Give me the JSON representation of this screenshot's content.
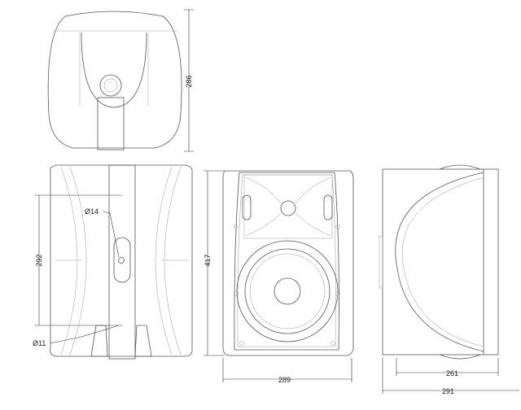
{
  "dimensions": {
    "top_height": "286",
    "mount_spacing": "292",
    "front_height": "417",
    "front_width": "289",
    "side_depth_body": "261",
    "side_depth_total": "291",
    "hole_large": "Ø14",
    "hole_small": "Ø11"
  }
}
